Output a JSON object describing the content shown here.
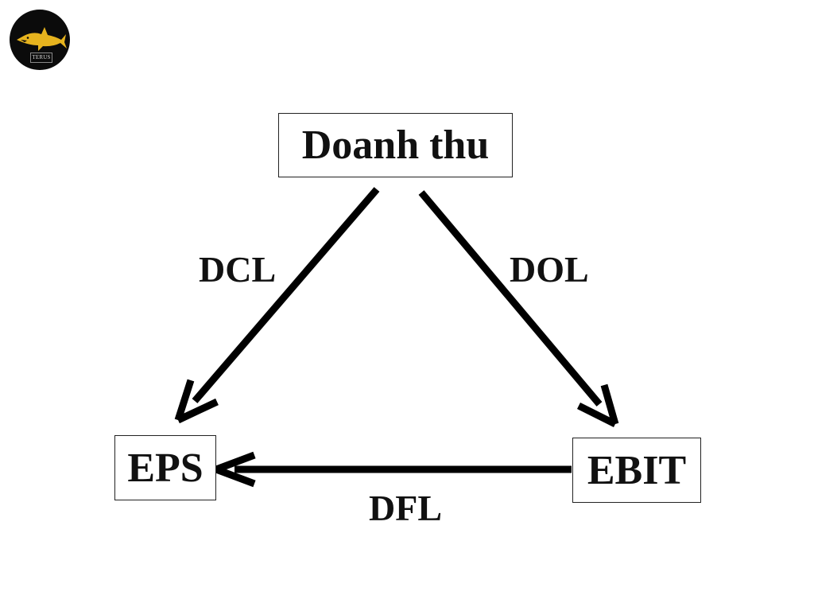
{
  "logo": {
    "text": "TERUS",
    "icon": "shark-icon",
    "colors": {
      "background": "#0b0b0b",
      "shark": "#e6b31e"
    }
  },
  "nodes": {
    "revenue": "Doanh thu",
    "eps": "EPS",
    "ebit": "EBIT"
  },
  "edges": {
    "dcl": "DCL",
    "dol": "DOL",
    "dfl": "DFL"
  },
  "colors": {
    "arrow": "#000000",
    "text": "#111111",
    "box_border": "#222222"
  }
}
